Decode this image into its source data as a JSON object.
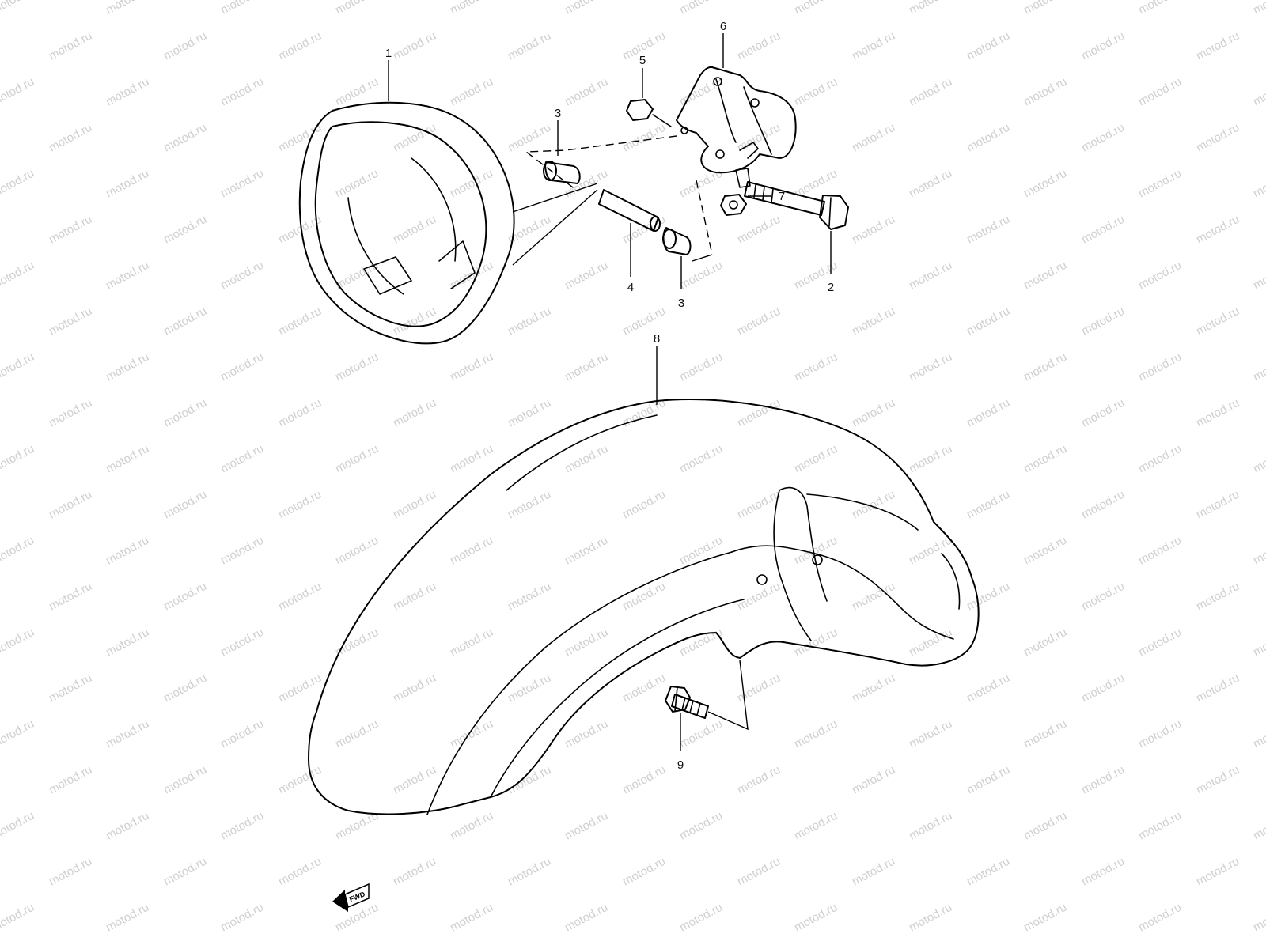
{
  "watermark": "motod.ru",
  "fwd_label": "FWD",
  "parts": {
    "headlight_housing": "1",
    "bolt": "2",
    "spacer_upper": "3",
    "spacer_lower": "3",
    "collar": "4",
    "nut_top": "5",
    "bracket": "6",
    "nut": "7",
    "front_fender": "8",
    "fender_bolt": "9"
  },
  "colors": {
    "line": "#000000",
    "watermark": "#cfcfcf",
    "background": "#ffffff"
  }
}
